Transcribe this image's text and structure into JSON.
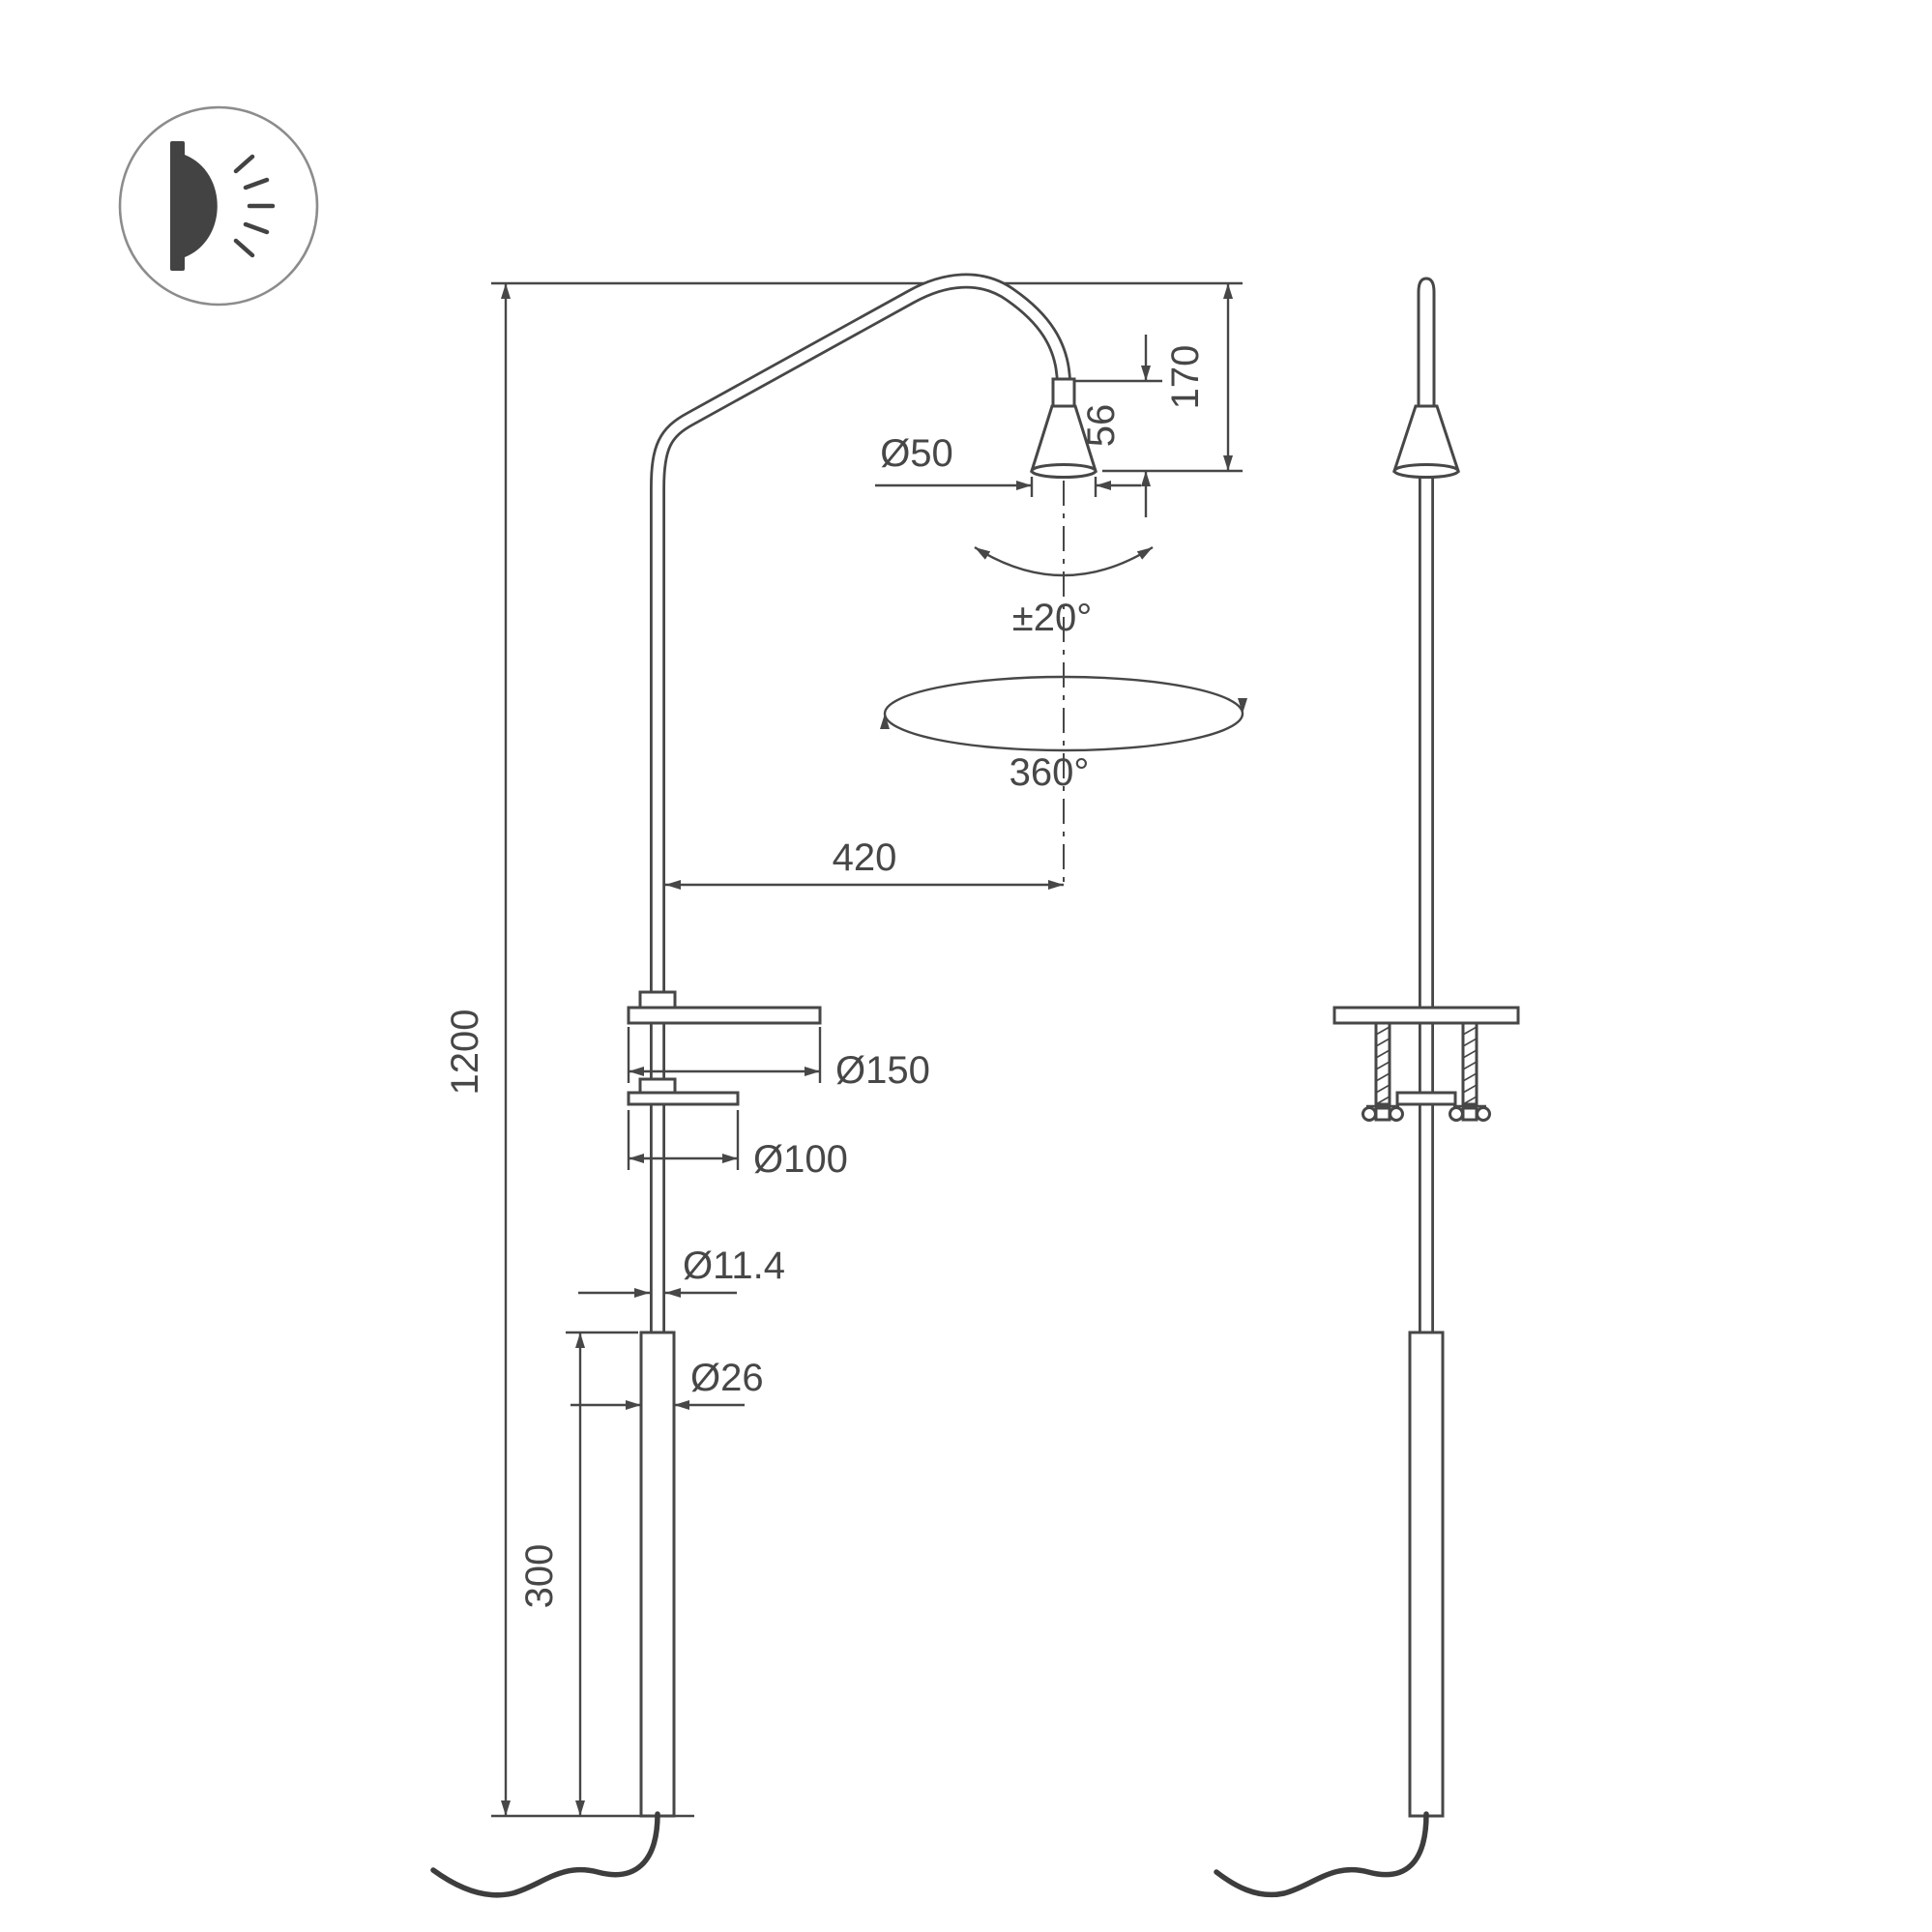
{
  "icon": {
    "name": "wall-light-icon"
  },
  "colors": {
    "line": "#474747",
    "background": "#ffffff"
  },
  "dimensions": {
    "total_height": "1200",
    "base_section": "300",
    "head_drop": "170",
    "head_length": "56",
    "head_diameter": "Ø50",
    "tilt_range": "±20°",
    "rotation": "360°",
    "arm_reach": "420",
    "bracket_plate_diameter": "Ø150",
    "clamp_plate_diameter": "Ø100",
    "pole_diameter": "Ø11.4",
    "base_tube_diameter": "Ø26"
  }
}
